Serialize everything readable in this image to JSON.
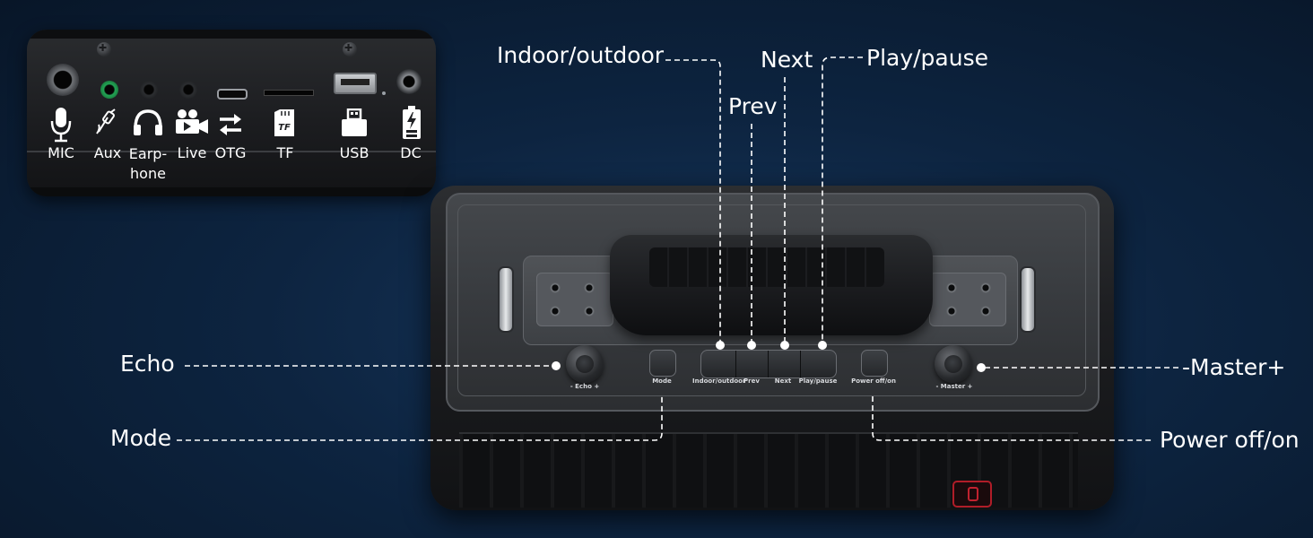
{
  "ports": [
    {
      "label": "MIC",
      "icon": "microphone-icon"
    },
    {
      "label": "Aux",
      "icon": "aux-cable-icon"
    },
    {
      "label": "Earp-\nhone",
      "icon": "headphones-icon"
    },
    {
      "label": "Live",
      "icon": "video-camera-icon"
    },
    {
      "label": "OTG",
      "icon": "swap-arrows-icon"
    },
    {
      "label": "TF",
      "icon": "tf-card-icon",
      "badge": "TF"
    },
    {
      "label": "USB",
      "icon": "usb-stick-icon"
    },
    {
      "label": "DC",
      "icon": "battery-charging-icon"
    }
  ],
  "speaker_labels": {
    "echo": "- Echo +",
    "mode": "Mode",
    "indoor_outdoor": "Indoor/outdoor",
    "prev": "Prev",
    "next": "Next",
    "play_pause": "Play/pause",
    "power": "Power off/on",
    "master": "- Master +"
  },
  "callouts": {
    "indoor_outdoor": "Indoor/outdoor",
    "next": "Next",
    "play_pause": "Play/pause",
    "prev": "Prev",
    "echo": "Echo",
    "mode": "Mode",
    "master": "-Master+",
    "power": "Power off/on"
  },
  "colors": {
    "background": "#0d2440",
    "aux_jack_ring": "#23a455",
    "logo_red": "#c1222f"
  }
}
